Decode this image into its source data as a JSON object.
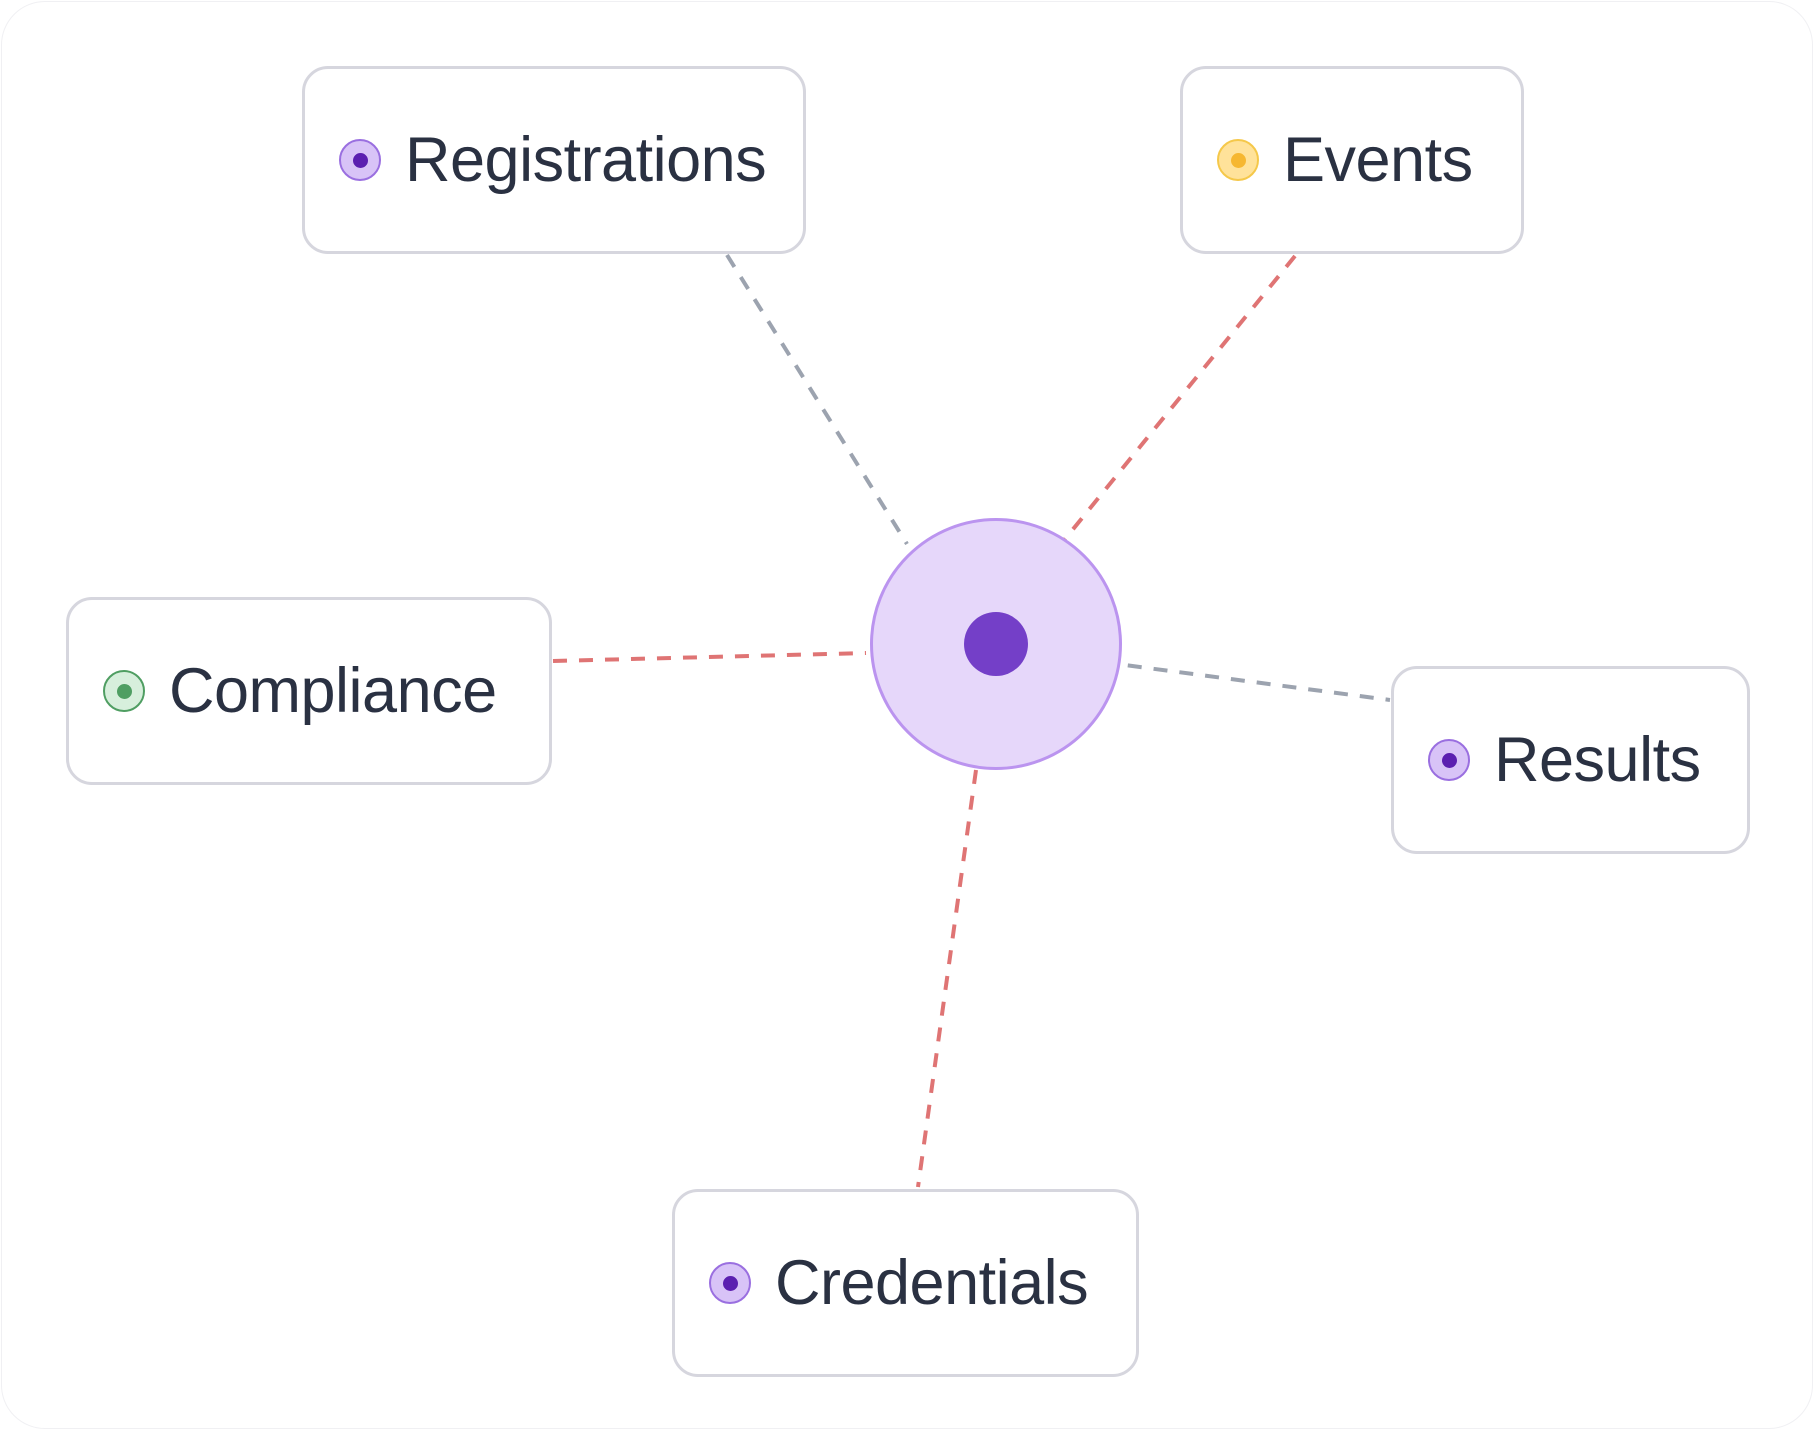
{
  "hub": {
    "color": "#743fc8",
    "fill": "#e6d7fa"
  },
  "nodes": [
    {
      "id": "registrations",
      "label": "Registrations",
      "status": "purple",
      "link_color": "#9ca3af"
    },
    {
      "id": "events",
      "label": "Events",
      "status": "yellow",
      "link_color": "#df7474"
    },
    {
      "id": "compliance",
      "label": "Compliance",
      "status": "green",
      "link_color": "#df7474"
    },
    {
      "id": "results",
      "label": "Results",
      "status": "purple",
      "link_color": "#9ca3af"
    },
    {
      "id": "credentials",
      "label": "Credentials",
      "status": "purple",
      "link_color": "#df7474"
    }
  ],
  "status_colors": {
    "purple": {
      "fill": "#d8c3f7",
      "border": "#9a6fe0",
      "core": "#5b1fb0"
    },
    "yellow": {
      "fill": "#ffe29a",
      "border": "#f5c84a",
      "core": "#f6b731"
    },
    "green": {
      "fill": "#d7efdc",
      "border": "#4f9e62",
      "core": "#4f9e62"
    }
  }
}
